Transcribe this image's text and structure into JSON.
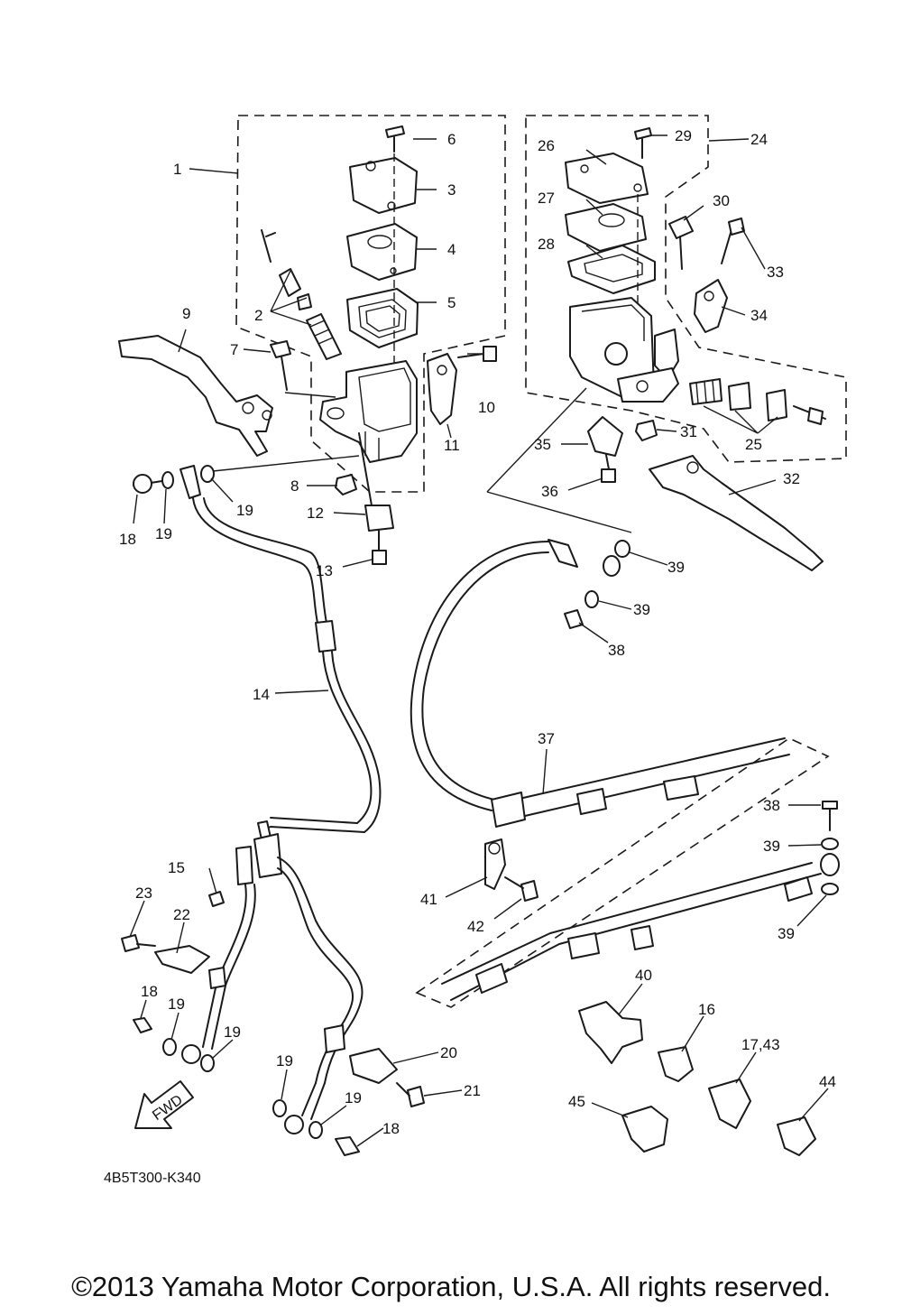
{
  "callouts": {
    "c1": "1",
    "c2": "2",
    "c3": "3",
    "c4": "4",
    "c5": "5",
    "c6": "6",
    "c7": "7",
    "c8": "8",
    "c9": "9",
    "c10": "10",
    "c11": "11",
    "c12": "12",
    "c13": "13",
    "c14": "14",
    "c15": "15",
    "c16": "16",
    "c1743": "17,43",
    "c18a": "18",
    "c18b": "18",
    "c18c": "18",
    "c19a": "19",
    "c19b": "19",
    "c19c": "19",
    "c19d": "19",
    "c19e": "19",
    "c19f": "19",
    "c20": "20",
    "c21": "21",
    "c22": "22",
    "c23": "23",
    "c24": "24",
    "c25": "25",
    "c26": "26",
    "c27": "27",
    "c28": "28",
    "c29": "29",
    "c30": "30",
    "c31": "31",
    "c32": "32",
    "c33": "33",
    "c34": "34",
    "c35": "35",
    "c36": "36",
    "c37": "37",
    "c38a": "38",
    "c38b": "38",
    "c39a": "39",
    "c39b": "39",
    "c39c": "39",
    "c39d": "39",
    "c40": "40",
    "c41": "41",
    "c42": "42",
    "c44": "44",
    "c45": "45"
  },
  "fwd_label": "FWD",
  "diagram_code": "4B5T300-K340",
  "copyright": "©2013 Yamaha Motor Corporation, U.S.A. All rights reserved."
}
